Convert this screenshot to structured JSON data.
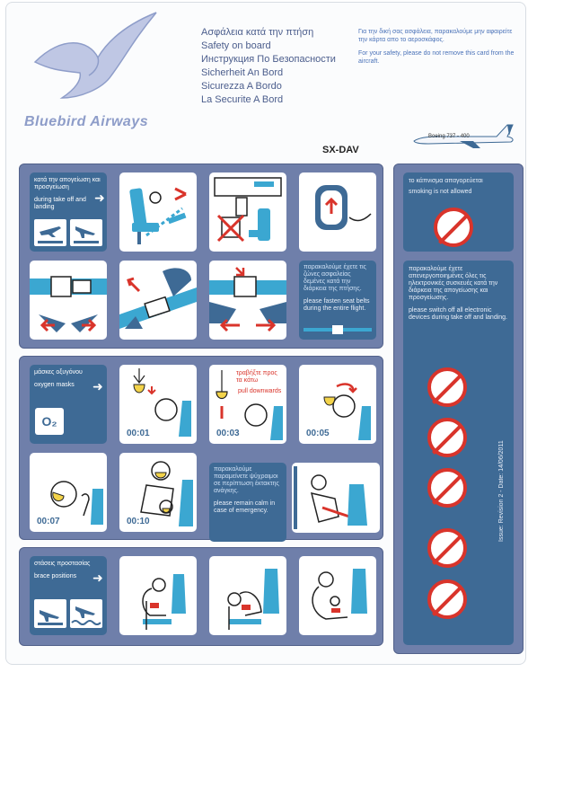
{
  "header": {
    "airline_name": "Bluebird Airways",
    "titles": [
      "Ασφάλεια κατά την πτήση",
      "Safety on board",
      "Инструкция По Безопасности",
      "Sicherheit An Bord",
      "Sicurezza A Bordo",
      "La Securite A Bord"
    ],
    "note_greek": "Για την δική σας ασφάλεια, παρακαλούμε μην αφαιρείτε την κάρτα απο το αεροσκάφος.",
    "note_english": "For your safety, please do not remove this card from the aircraft.",
    "aircraft_type": "Boeing 737 - 400",
    "registration": "SX-DAV"
  },
  "takeoff": {
    "label_greek": "κατά την απογείωση και προσγείωση",
    "label_english": "during take off and landing",
    "seatbelt_greek": "παρακαλούμε έχετε τις ζώνες ασφαλείας δεμένες κατά την διάρκεια της πτήσης.",
    "seatbelt_english": "please fasten seat belts during the entire flight."
  },
  "oxygen": {
    "label_greek": "μάσκες οξυγόνου",
    "label_english": "oxygen masks",
    "symbol": "O₂",
    "pull_greek": "τραβήξτε προς τα κάτω",
    "pull_english": "pull downwards",
    "times": [
      "00:01",
      "00:03",
      "00:05",
      "00:07",
      "00:10"
    ],
    "calm_greek": "παρακαλούμε παραμείνετε ψύχραιμοι σε περίπτωση έκτακτης ανάγκης.",
    "calm_english": "please remain calm in case of emergency."
  },
  "brace": {
    "label_greek": "στάσεις προστασίας",
    "label_english": "brace positions"
  },
  "right_column": {
    "smoking_greek": "το κάπνισμα απαγορεύεται",
    "smoking_english": "smoking is not allowed",
    "devices_greek": "παρακαλούμε έχετε απενεργοποιημένες όλες τις ηλεκτρονικές συσκευές κατά την διάρκεια της απογείωσης και προσγείωσης.",
    "devices_english": "please switch off all electronic devices during take off and landing.",
    "issue": "Issue: Revision 2 - Date: 14/06/2011",
    "banned_icons": [
      "mobile-phone-icon",
      "laptop-icon",
      "game-controller-icon",
      "music-player-icon",
      "camera-icon"
    ]
  },
  "colors": {
    "panel": "#6f7faa",
    "dark_blue": "#3e6a95",
    "accent_red": "#d9342b",
    "seat_blue": "#3ba7d1"
  }
}
